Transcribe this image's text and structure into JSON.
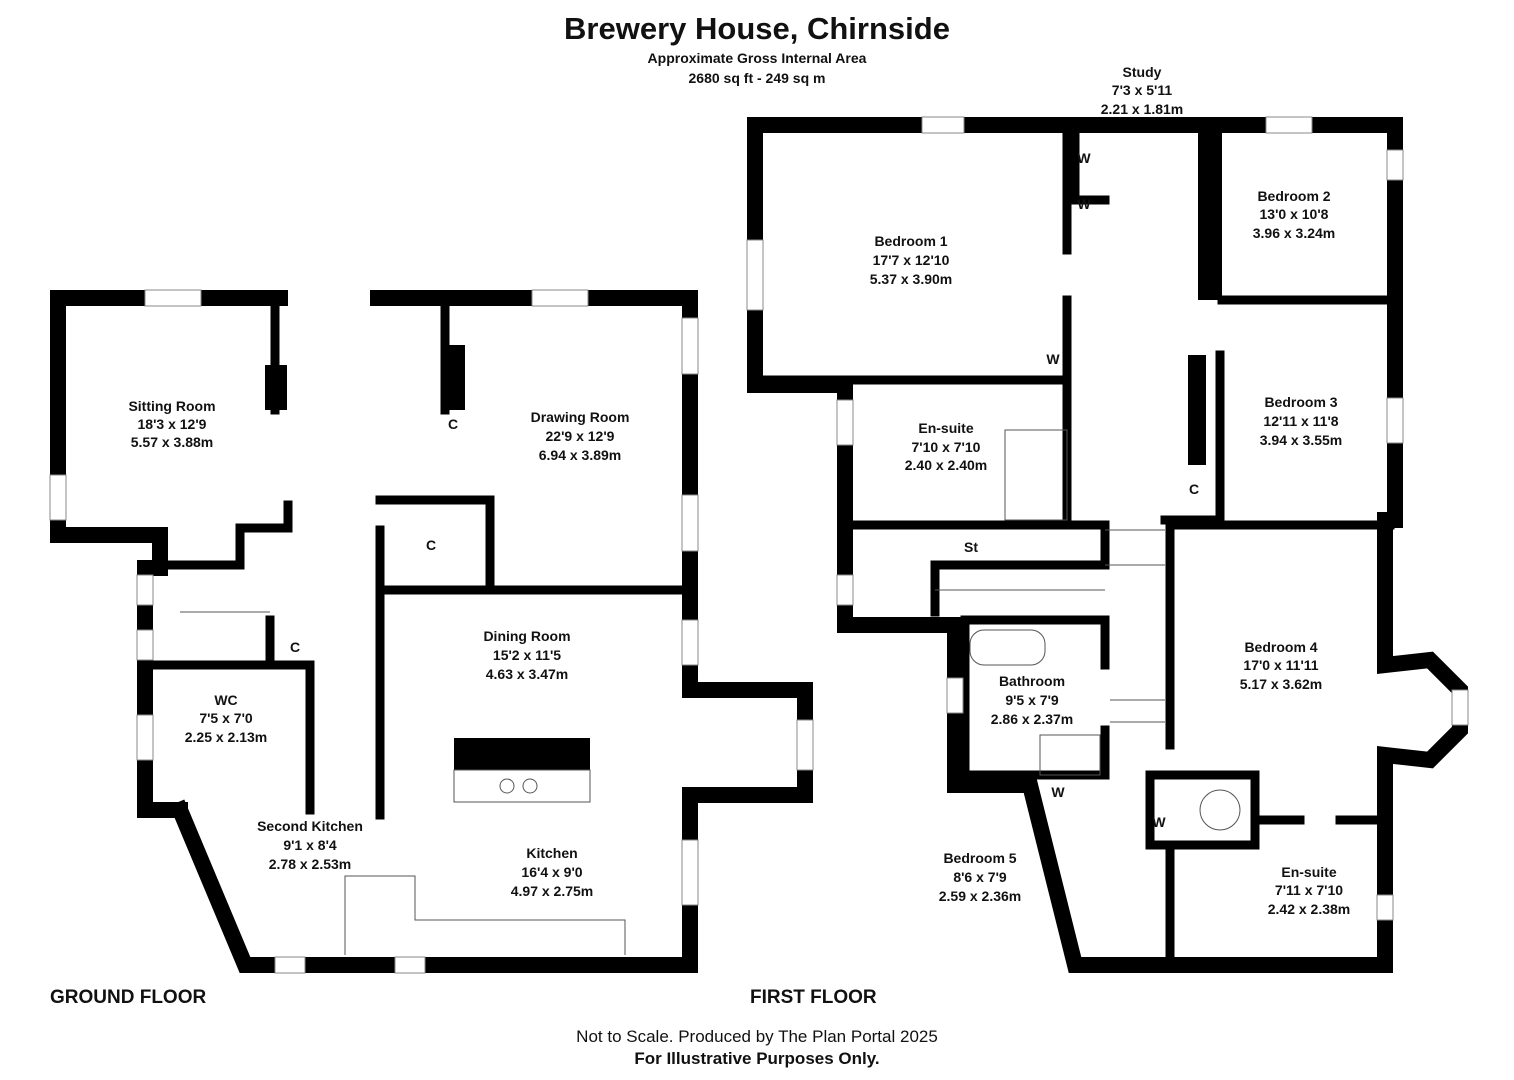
{
  "header": {
    "title": "Brewery House, Chirnside",
    "subtitle": "Approximate Gross Internal Area",
    "area": "2680 sq ft - 249 sq m"
  },
  "ground_floor": {
    "label": "GROUND FLOOR",
    "rooms": [
      {
        "name": "Sitting Room",
        "imperial": "18'3 x 12'9",
        "metric": "5.57 x 3.88m"
      },
      {
        "name": "Drawing Room",
        "imperial": "22'9 x 12'9",
        "metric": "6.94 x 3.89m"
      },
      {
        "name": "Dining Room",
        "imperial": "15'2 x 11'5",
        "metric": "4.63 x 3.47m"
      },
      {
        "name": "WC",
        "imperial": "7'5 x 7'0",
        "metric": "2.25 x 2.13m"
      },
      {
        "name": "Second Kitchen",
        "imperial": "9'1 x 8'4",
        "metric": "2.78 x 2.53m"
      },
      {
        "name": "Kitchen",
        "imperial": "16'4 x 9'0",
        "metric": "4.97 x 2.75m"
      }
    ],
    "cupboards": [
      "C",
      "C",
      "C"
    ]
  },
  "first_floor": {
    "label": "FIRST FLOOR",
    "rooms": [
      {
        "name": "Study",
        "imperial": "7'3 x 5'11",
        "metric": "2.21 x 1.81m"
      },
      {
        "name": "Bedroom 1",
        "imperial": "17'7 x 12'10",
        "metric": "5.37 x 3.90m"
      },
      {
        "name": "Bedroom 2",
        "imperial": "13'0 x 10'8",
        "metric": "3.96 x 3.24m"
      },
      {
        "name": "Bedroom 3",
        "imperial": "12'11 x 11'8",
        "metric": "3.94 x 3.55m"
      },
      {
        "name": "En-suite",
        "imperial": "7'10 x 7'10",
        "metric": "2.40 x 2.40m"
      },
      {
        "name": "Bathroom",
        "imperial": "9'5 x 7'9",
        "metric": "2.86 x 2.37m"
      },
      {
        "name": "Bedroom 4",
        "imperial": "17'0 x 11'11",
        "metric": "5.17 x 3.62m"
      },
      {
        "name": "Bedroom 5",
        "imperial": "8'6 x 7'9",
        "metric": "2.59 x 2.36m"
      },
      {
        "name": "En-suite",
        "imperial": "7'11 x 7'10",
        "metric": "2.42 x 2.38m"
      }
    ],
    "store": "St",
    "wardrobes": [
      "W",
      "W",
      "W",
      "W",
      "W"
    ],
    "cupboards": [
      "C"
    ]
  },
  "footer": {
    "line1": "Not to Scale. Produced by The Plan Portal 2025",
    "line2": "For Illustrative Purposes Only."
  }
}
